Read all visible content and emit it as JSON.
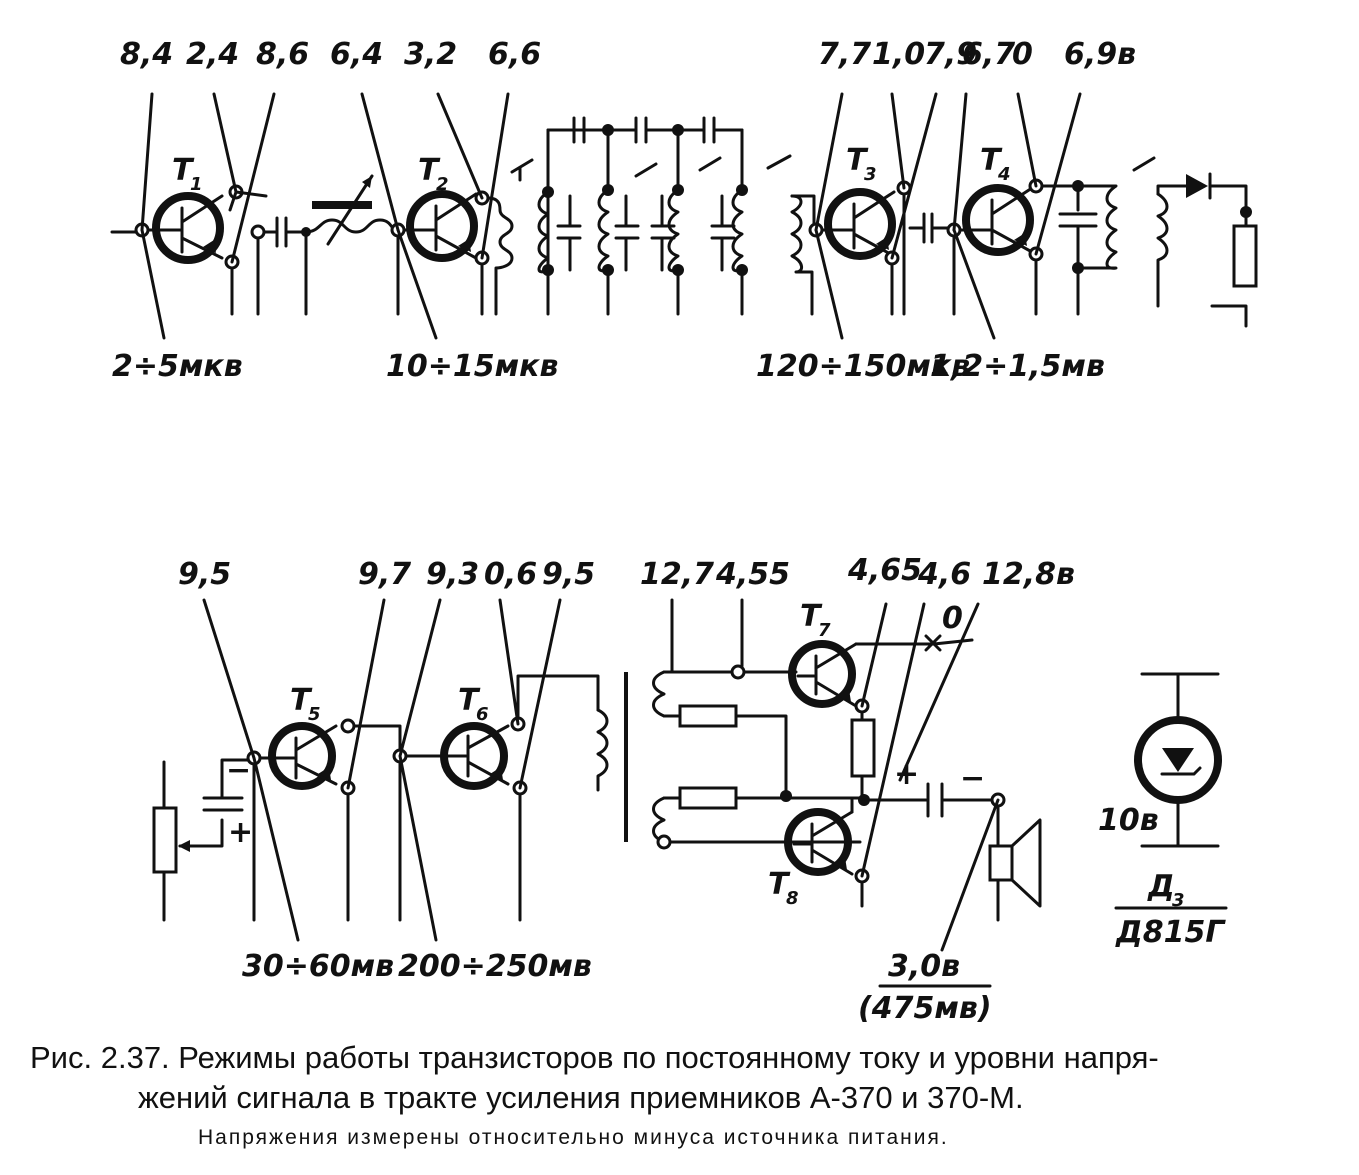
{
  "top_chain": {
    "voltages_top": [
      "8,4",
      "2,4",
      "8,6",
      "6,4",
      "3,2",
      "6,6",
      "7,7",
      "1,0",
      "7,9",
      "6,7",
      "0",
      "6,9в"
    ],
    "signal_levels": [
      "2÷5мкв",
      "10÷15мкв",
      "120÷150мкв",
      "1,2÷1,5мв"
    ],
    "transistors": [
      "T",
      "T",
      "T",
      "T"
    ],
    "transistor_subs": [
      "1",
      "2",
      "3",
      "4"
    ]
  },
  "bottom_chain": {
    "voltages_top": [
      "9,5",
      "9,7",
      "9,3",
      "0,6",
      "9,5",
      "12,7",
      "4,55",
      "4,65",
      "4,6",
      "12,8в"
    ],
    "zero_mark": "0",
    "signal_levels": [
      "30÷60мв",
      "200÷250мв"
    ],
    "output_level": "3,0в",
    "output_level_ac": "(475мв)",
    "transistors": [
      "T",
      "T",
      "T",
      "T"
    ],
    "transistor_subs": [
      "5",
      "6",
      "7",
      "8"
    ],
    "polarity_plus": "+",
    "polarity_minus": "−"
  },
  "zener": {
    "voltage": "10в",
    "ref": "Д",
    "ref_sub": "3",
    "type": "Д815Г"
  },
  "caption": {
    "line1": "Рис. 2.37. Режимы работы транзисторов по постоянному току и уровни напря-",
    "line2": "жений сигнала в тракте усиления приемников А-370 и 370-М.",
    "note": "Напряжения измерены относительно минуса источника питания."
  }
}
